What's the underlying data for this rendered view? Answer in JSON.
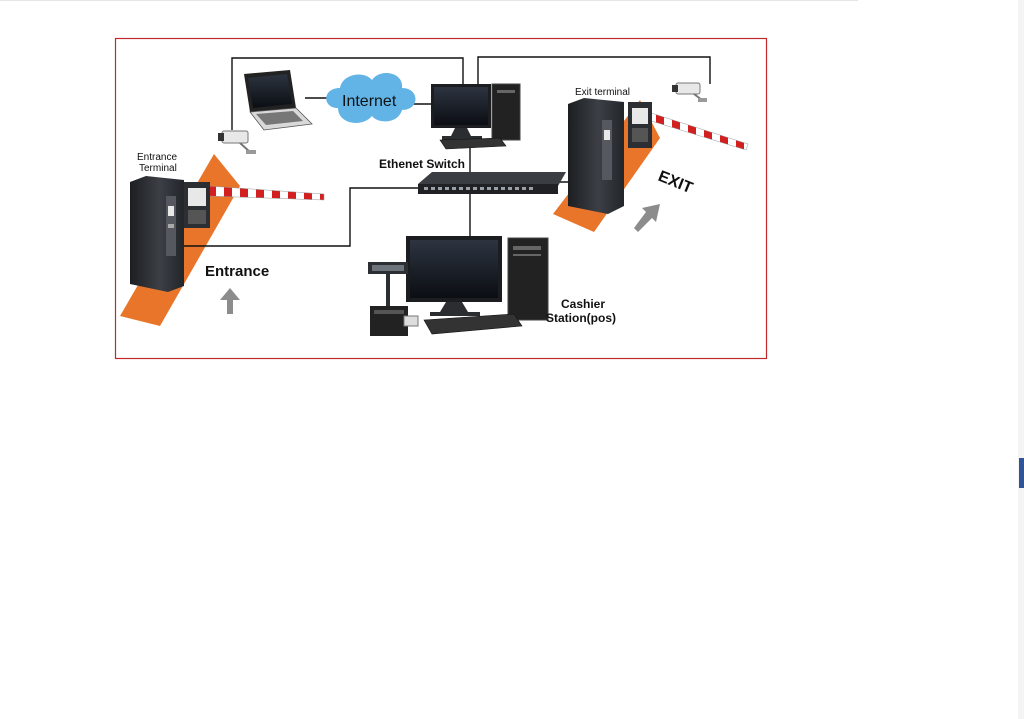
{
  "diagram": {
    "labels": {
      "internet": "Internet",
      "entrance_terminal_line1": "Entrance",
      "entrance_terminal_line2": "Terminal",
      "exit_terminal": "Exit terminal",
      "ethernet_switch": "Ethenet Switch",
      "entrance": "Entrance",
      "exit": "EXIT",
      "cashier_line1": "Cashier",
      "cashier_line2": "Station(pos)"
    },
    "colors": {
      "frame": "#c0282d",
      "lane": "#e8752a",
      "cloud": "#62b4e6",
      "barrier_stripe": "#d21f1f",
      "device_dark": "#2a2d31",
      "arrow": "#8c8c8c"
    }
  }
}
